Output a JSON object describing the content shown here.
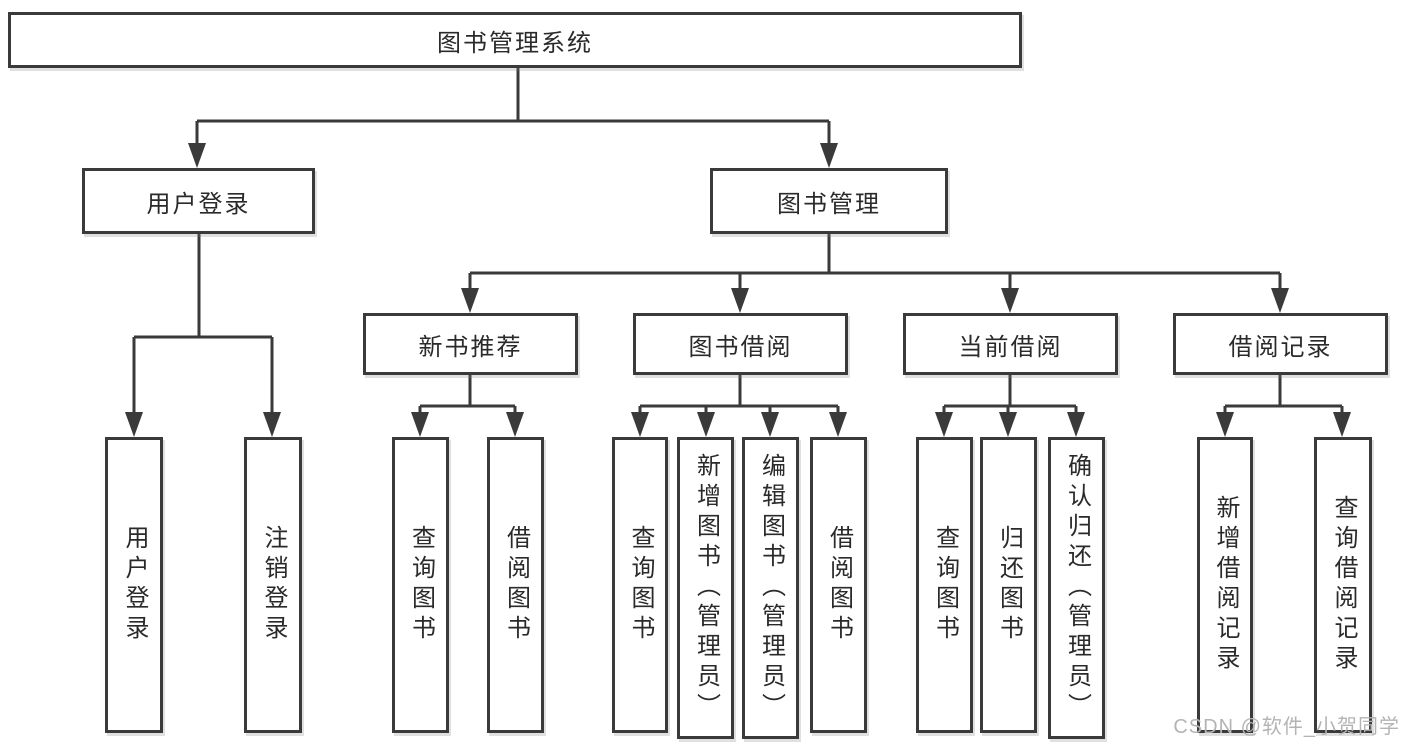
{
  "diagram_title": "图书管理系统",
  "tree": {
    "label": "图书管理系统",
    "children": [
      {
        "label": "用户登录",
        "children": [
          {
            "label": "用户登录"
          },
          {
            "label": "注销登录"
          }
        ]
      },
      {
        "label": "图书管理",
        "children": [
          {
            "label": "新书推荐",
            "children": [
              {
                "label": "查询图书"
              },
              {
                "label": "借阅图书"
              }
            ]
          },
          {
            "label": "图书借阅",
            "children": [
              {
                "label": "查询图书"
              },
              {
                "label": "新增图书（管理员）"
              },
              {
                "label": "编辑图书（管理员）"
              },
              {
                "label": "借阅图书"
              }
            ]
          },
          {
            "label": "当前借阅",
            "children": [
              {
                "label": "查询图书"
              },
              {
                "label": "归还图书"
              },
              {
                "label": "确认归还（管理员）"
              }
            ]
          },
          {
            "label": "借阅记录",
            "children": [
              {
                "label": "新增借阅记录"
              },
              {
                "label": "查询借阅记录"
              }
            ]
          }
        ]
      }
    ]
  },
  "watermark": {
    "text": "CSDN @软件_小贺同学"
  },
  "colors": {
    "line": "#3a3a3a",
    "box_border": "#3a3a3a",
    "box_fill": "#ffffff",
    "text": "#2a2a2a",
    "watermark": "#b4b4b4",
    "background": "#ffffff"
  }
}
